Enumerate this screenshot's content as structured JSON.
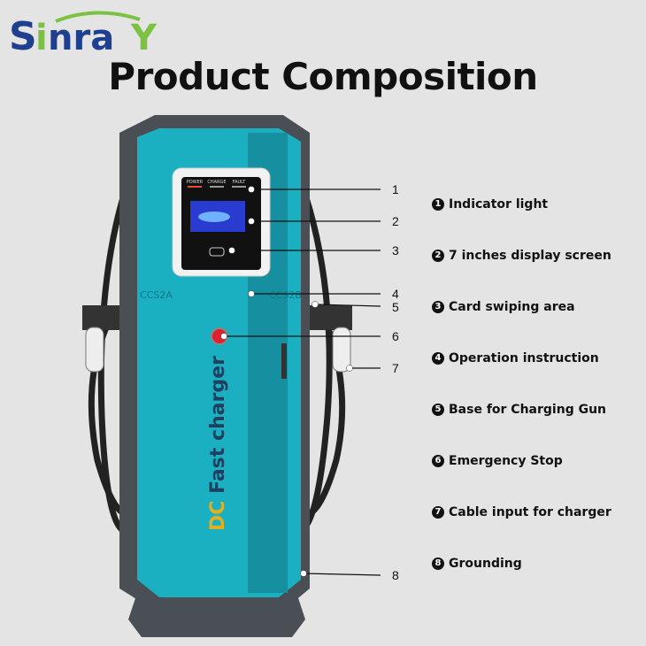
{
  "brand": {
    "logo_text": "SinraY",
    "colors": {
      "blue": "#1f3f8f",
      "green": "#7cc242"
    }
  },
  "title": "Product Composition",
  "charger": {
    "indicator_labels": [
      "POWER",
      "CHARGE",
      "FAULT"
    ],
    "connector_left": "CCS2A",
    "connector_right": "CCS2B",
    "side_text_prefix": "DC",
    "side_text": "Fast charger",
    "body_color": "#1ab0c2",
    "frame_color": "#4a4f55"
  },
  "callouts": [
    "1",
    "2",
    "3",
    "4",
    "5",
    "6",
    "7",
    "8"
  ],
  "legend": [
    {
      "n": "1",
      "label": "Indicator light"
    },
    {
      "n": "2",
      "label": "7 inches display screen"
    },
    {
      "n": "3",
      "label": "Card swiping area"
    },
    {
      "n": "4",
      "label": "Operation instruction"
    },
    {
      "n": "5",
      "label": "Base for Charging Gun"
    },
    {
      "n": "6",
      "label": "Emergency Stop"
    },
    {
      "n": "7",
      "label": "Cable input for charger"
    },
    {
      "n": "8",
      "label": "Grounding"
    }
  ]
}
